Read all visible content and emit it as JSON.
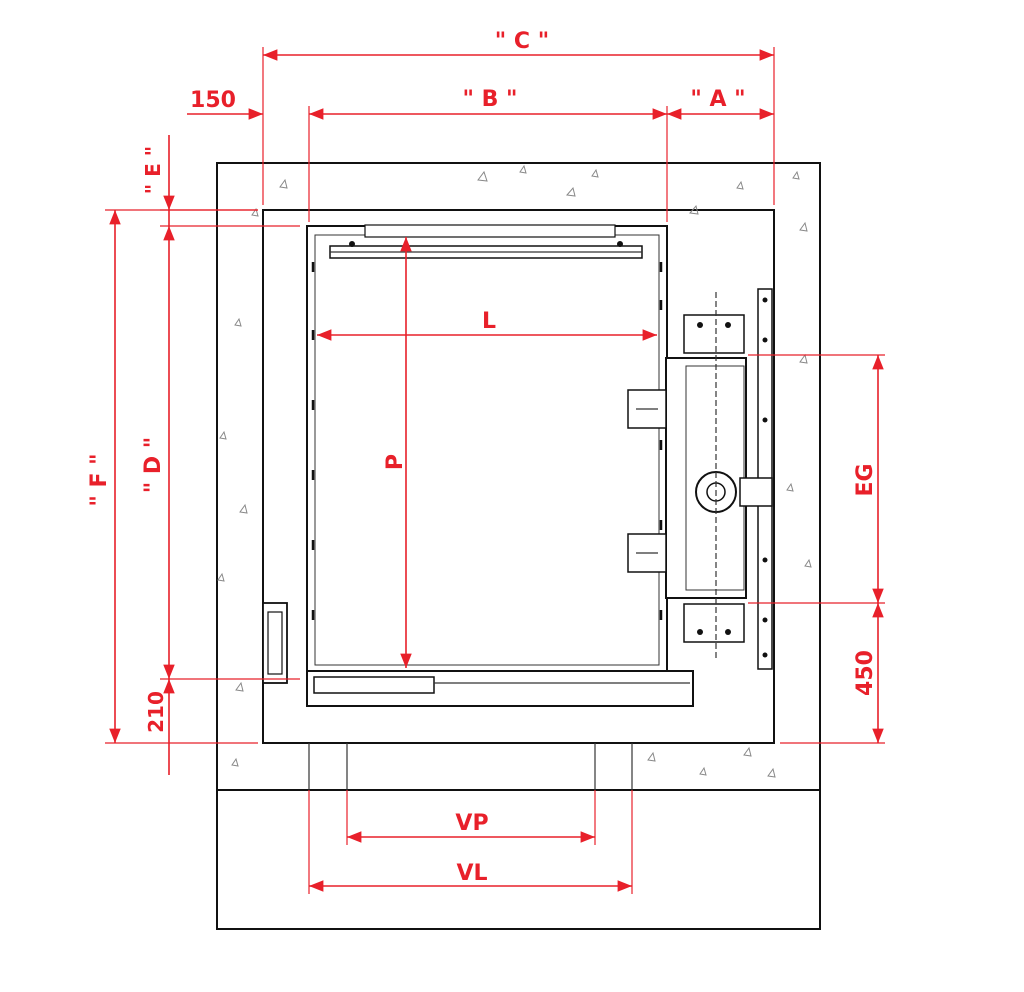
{
  "labels": {
    "C": "\" C \"",
    "B": "\" B \"",
    "A": "\" A \"",
    "dim150": "150",
    "E": "\" E \"",
    "F": "\" F \"",
    "D": "\" D \"",
    "dim210": "210",
    "L": "L",
    "P": "P",
    "EG": "EG",
    "dim450": "450",
    "VP": "VP",
    "VL": "VL"
  },
  "colors": {
    "dimension": "#e8202a",
    "structure": "#111111"
  }
}
